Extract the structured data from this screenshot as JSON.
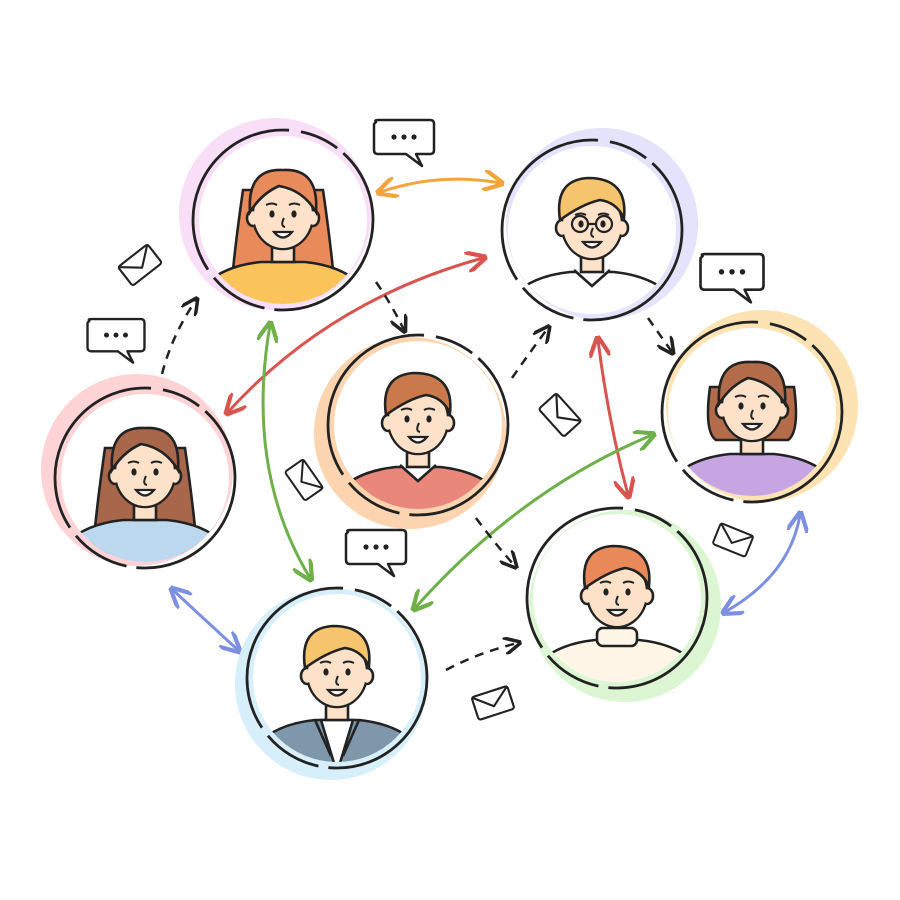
{
  "illustration": {
    "people": [
      {
        "id": "woman-red-hair",
        "bg": "#f9def7",
        "hair": "#e98a5a",
        "skin": "#fde1c8",
        "shirt": "#fbc45a",
        "type": "woman-long"
      },
      {
        "id": "man-glasses",
        "bg": "#e5e3fb",
        "hair": "#f5c46d",
        "skin": "#fde1c8",
        "shirt": "#ffffff",
        "type": "man-glasses"
      },
      {
        "id": "man-center",
        "bg": "#fcd4b0",
        "hair": "#c9794c",
        "skin": "#fde1c8",
        "shirt": "#e8877a",
        "type": "man"
      },
      {
        "id": "woman-bob",
        "bg": "#fde3b4",
        "hair": "#b36b4a",
        "skin": "#fde1c8",
        "shirt": "#c7a5e3",
        "type": "woman-bob"
      },
      {
        "id": "woman-brown-hair",
        "bg": "#fdd3d6",
        "hair": "#a8664b",
        "skin": "#fde1c8",
        "shirt": "#bcd8ef",
        "type": "woman-long"
      },
      {
        "id": "man-turtleneck",
        "bg": "#dcf5d3",
        "hair": "#e9895a",
        "skin": "#fde1c8",
        "shirt": "#fff6e8",
        "type": "man-turtleneck"
      },
      {
        "id": "man-suit",
        "bg": "#d7effb",
        "hair": "#f5c46d",
        "skin": "#fde1c8",
        "shirt": "#7f97ab",
        "type": "man-suit"
      }
    ],
    "arrow_colors": {
      "orange": "#f4a43a",
      "red": "#d9534f",
      "green": "#6fb04a",
      "blue": "#7d8fe0",
      "dashed": "#222222"
    },
    "icons": [
      "chat-bubble-icon",
      "envelope-icon"
    ]
  }
}
